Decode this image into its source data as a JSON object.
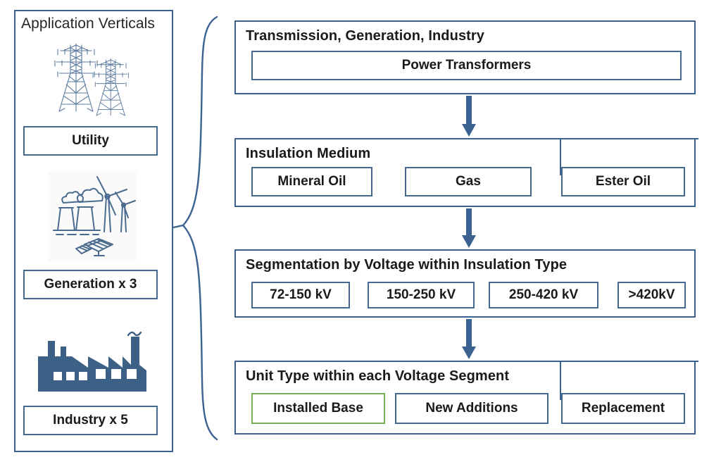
{
  "diagram": {
    "accent_color": "#3b6291",
    "chip_border_color": "#44688f",
    "highlight_color": "#7aad55"
  },
  "left_panel": {
    "title": "Application Verticals",
    "items": [
      {
        "icon": "transmission-towers-icon",
        "label": "Utility"
      },
      {
        "icon": "power-generation-icon",
        "label": "Generation x 3"
      },
      {
        "icon": "factory-icon",
        "label": "Industry x 5"
      }
    ]
  },
  "flow": {
    "stages": [
      {
        "title": "Transmission, Generation, Industry",
        "chips": [
          "Power Transformers"
        ]
      },
      {
        "title": "Insulation Medium",
        "chips": [
          "Mineral Oil",
          "Gas",
          "Ester Oil"
        ]
      },
      {
        "title": "Segmentation by Voltage within Insulation Type",
        "chips": [
          "72-150 kV",
          "150-250 kV",
          "250-420 kV",
          ">420kV"
        ]
      },
      {
        "title": "Unit Type within each Voltage Segment",
        "chips": [
          "Installed Base",
          "New Additions",
          "Replacement"
        ]
      }
    ],
    "connectors": [
      "down-arrow",
      "down-arrow",
      "down-arrow"
    ]
  }
}
